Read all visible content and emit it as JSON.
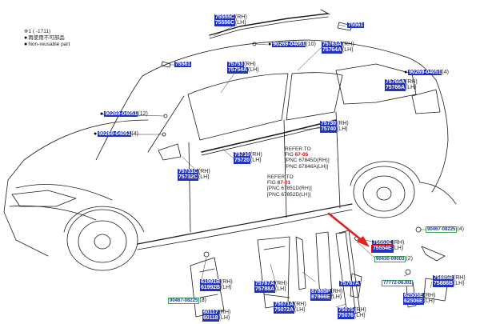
{
  "legend": {
    "header": "※1 ( -1711)",
    "items": [
      {
        "symbol": "●",
        "text": "再使用不可部品"
      },
      {
        "symbol": "●",
        "text": "Non-reusable part"
      }
    ]
  },
  "callouts": {
    "c01": {
      "lines": [
        {
          "part": "75555C",
          "suffix": "(RH)"
        },
        {
          "part": "75556C",
          "suffix": "(LH)"
        }
      ]
    },
    "c02": {
      "lines": [
        {
          "part": "75561",
          "suffix": ""
        }
      ]
    },
    "c03": {
      "lines": [
        {
          "part": "75561",
          "suffix": ""
        }
      ]
    },
    "c04": {
      "lines": [
        {
          "part": "90269-04051",
          "suffix": "(10)"
        }
      ]
    },
    "c05": {
      "lines": [
        {
          "part": "75763A",
          "suffix": "(RH)"
        },
        {
          "part": "75764A",
          "suffix": "(LH)"
        }
      ]
    },
    "c06": {
      "lines": [
        {
          "part": "90269-04051",
          "suffix": "(4)"
        }
      ]
    },
    "c07": {
      "lines": [
        {
          "part": "75753",
          "suffix": "(RH)"
        },
        {
          "part": "75754A",
          "suffix": "(LH)"
        }
      ]
    },
    "c08": {
      "lines": [
        {
          "part": "75765A",
          "suffix": "(RH)"
        },
        {
          "part": "75766A",
          "suffix": "(LH)"
        }
      ]
    },
    "c09": {
      "lines": [
        {
          "part": "90269-04051",
          "suffix": "(12)"
        }
      ]
    },
    "c10": {
      "lines": [
        {
          "part": "90269-04051",
          "suffix": "(4)"
        }
      ]
    },
    "c11": {
      "lines": [
        {
          "part": "75730",
          "suffix": "(RH)"
        },
        {
          "part": "75740",
          "suffix": "(LH)"
        }
      ]
    },
    "c12": {
      "lines": [
        {
          "part": "75710",
          "suffix": "(RH)"
        },
        {
          "part": "75720",
          "suffix": "(LH)"
        }
      ]
    },
    "c13": {
      "lines": [
        {
          "part": "75731C",
          "suffix": "(RH)"
        },
        {
          "part": "75732C",
          "suffix": "(LH)"
        }
      ]
    },
    "c14": {
      "lines": [
        {
          "part": "90467-08225",
          "suffix": "(4)"
        }
      ]
    },
    "c15": {
      "lines": [
        {
          "part": "75553E",
          "suffix": "(RH)"
        },
        {
          "part": "75554E",
          "suffix": "(LH)"
        }
      ]
    },
    "c16": {
      "lines": [
        {
          "part": "90430-09003",
          "suffix": "(2)"
        }
      ]
    },
    "c17": {
      "lines": [
        {
          "part": "61991B",
          "suffix": "(RH)"
        },
        {
          "part": "61992B",
          "suffix": "(LH)"
        }
      ]
    },
    "c18": {
      "lines": [
        {
          "part": "90467-08225",
          "suffix": "(3)"
        }
      ]
    },
    "c19": {
      "lines": [
        {
          "part": "60117",
          "suffix": "(RH)"
        },
        {
          "part": "60118",
          "suffix": "(LH)"
        }
      ]
    },
    "c20": {
      "lines": [
        {
          "part": "75787A",
          "suffix": "(RH)"
        },
        {
          "part": "75788A",
          "suffix": "(LH)"
        }
      ]
    },
    "c21": {
      "lines": [
        {
          "part": "75071A",
          "suffix": "(RH)"
        },
        {
          "part": "75072A",
          "suffix": "(LH)"
        }
      ]
    },
    "c22": {
      "lines": [
        {
          "part": "75767A",
          "suffix": ""
        }
      ]
    },
    "c23": {
      "lines": [
        {
          "part": "87865P",
          "suffix": "(RH)"
        },
        {
          "part": "87866E",
          "suffix": "(LH)"
        }
      ]
    },
    "c24": {
      "lines": [
        {
          "part": "75075",
          "suffix": "(RH)"
        },
        {
          "part": "75076",
          "suffix": "(LH)"
        }
      ]
    },
    "c25": {
      "lines": [
        {
          "part": "77772-06J03",
          "suffix": ""
        }
      ]
    },
    "c26": {
      "lines": [
        {
          "part": "75885B",
          "suffix": "(RH)"
        },
        {
          "part": "75886B",
          "suffix": "(LH)"
        }
      ]
    },
    "c27": {
      "lines": [
        {
          "part": "62505E",
          "suffix": "(RH)"
        },
        {
          "part": "62506E",
          "suffix": "(LH)"
        }
      ]
    }
  },
  "refer_notes": [
    {
      "lines": [
        {
          "text": "REFER TO"
        },
        {
          "text": "FIG ",
          "fig": "67-05"
        },
        {
          "text": "[PNC 67845D(RH)]"
        },
        {
          "text": "[PNC 67846A(LH)]"
        }
      ]
    },
    {
      "lines": [
        {
          "text": "REFER TO"
        },
        {
          "text": "FIG ",
          "fig": "67-01"
        },
        {
          "text": "[PNC 67851D(RH)]"
        },
        {
          "text": "[PNC 67852D(LH)]"
        }
      ]
    }
  ],
  "colors": {
    "callout_fill": "#2233bb",
    "highlight": "#ff0000",
    "arrow": "#e02020",
    "linework": "#1a1a1a"
  }
}
